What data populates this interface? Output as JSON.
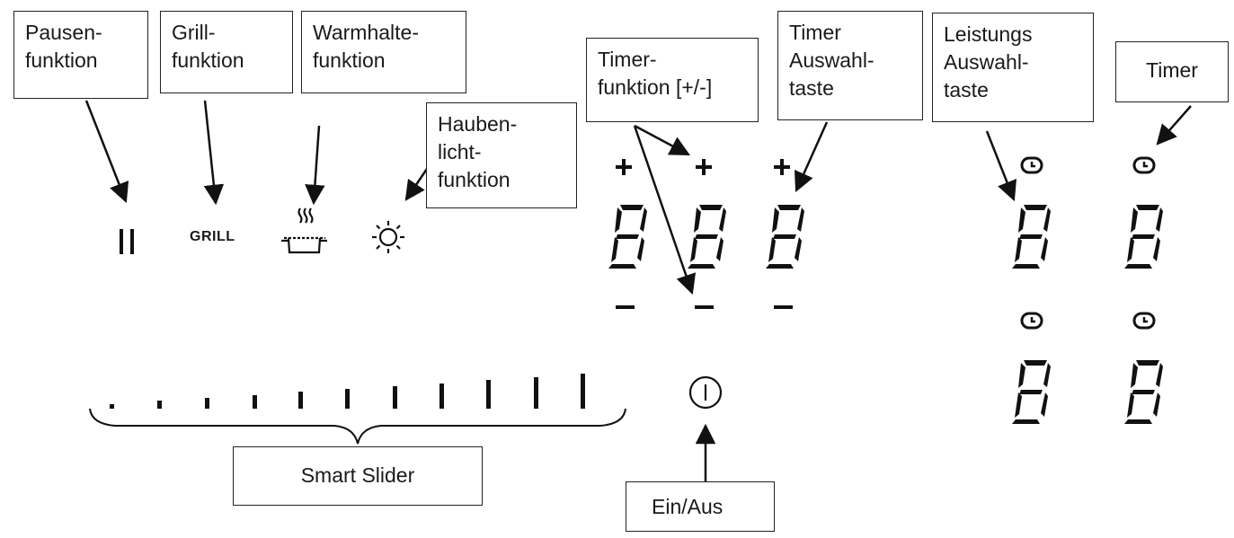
{
  "labels": {
    "pause": "Pausen-\nfunktion",
    "grill": "Grill-\nfunktion",
    "warm": "Warmhalte-\nfunktion",
    "hood_light": "Hauben-\nlicht-\nfunktion",
    "timer_function": "Timer-\nfunktion [+/-]",
    "timer_select": "Timer\nAuswahl-\ntaste",
    "power_select": "Leistungs\nAuswahl-\ntaste",
    "timer": "Timer",
    "smart_slider": "Smart Slider",
    "on_off": "Ein/Aus"
  },
  "panel": {
    "grill_text": "GRILL",
    "plus_sign": "+",
    "minus_sign": "−",
    "digit": "8"
  },
  "colors": {
    "ink": "#1a1a1a",
    "box_border": "#222222",
    "background": "#ffffff"
  },
  "icons": [
    "pause-icon",
    "pot-steam-icon",
    "light-sun-icon",
    "clock-icon",
    "power-icon"
  ]
}
